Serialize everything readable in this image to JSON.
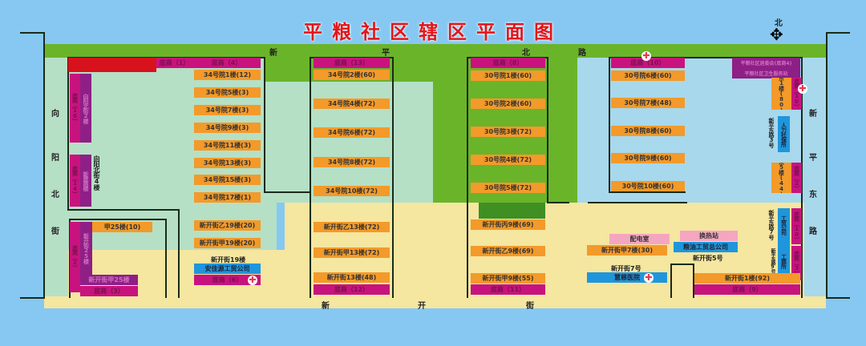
{
  "title": "平粮社区辖区平面图",
  "compass": "北",
  "roads": {
    "north": [
      "新",
      "平",
      "北",
      "路"
    ],
    "west": [
      "向",
      "阳",
      "北",
      "街"
    ],
    "east": [
      "新",
      "平",
      "东",
      "路"
    ],
    "south": [
      "新",
      "开",
      "街"
    ]
  },
  "shops": {
    "s1": "底商（1）",
    "s4": "底商（4）",
    "s13": "底商（13）",
    "s8": "底商（8）",
    "s10": "底商（10）",
    "s16": "底商（16）",
    "s14": "底商（14）",
    "s2": "底商（2）",
    "s3": "底商（3）",
    "s6": "底商（6）",
    "s12": "底商（12）",
    "s11": "底商（11）",
    "s9": "底商（9）",
    "e10": "底商（10）",
    "e2": "底商（2）",
    "e10b": "底商（10）",
    "e3": "底商（3）"
  },
  "b34": [
    "34号院1楼(12)",
    "34号院5楼(3)",
    "34号院7楼(3)",
    "34号院9楼(3)",
    "34号院11楼(3)",
    "34号院13楼(3)",
    "34号院15楼(3)",
    "34号院17楼(1)"
  ],
  "b34b": [
    "34号院2楼(60)",
    "34号院4楼(72)",
    "34号院6楼(72)",
    "34号院8楼(72)",
    "34号院10楼(72)"
  ],
  "b30a": [
    "30号院1楼(60)",
    "30号院2楼(60)",
    "30号院3楼(72)",
    "30号院4楼(72)",
    "30号院5楼(72)"
  ],
  "b30b": [
    "30号院6楼(60)",
    "30号院7楼(48)",
    "30号院8楼(60)",
    "30号院9楼(60)",
    "30号院10楼(60)"
  ],
  "xk": {
    "y19": "新开街乙19楼(20)",
    "j19": "新开街甲19楼(20)",
    "n19": "新开街19楼",
    "y13": "新开街乙13楼(72)",
    "j13": "新开街甲13楼(72)",
    "n13": "新开街13楼(48)",
    "b9": "新开街丙9楼(69)",
    "y9": "新开街乙9楼(69)",
    "j9": "新开街甲9楼(55)",
    "j7": "新开街甲7楼(30)",
    "n7": "新开街7号",
    "n5": "新开街5号",
    "n1": "新开街1楼(92)",
    "j25": "甲25楼(10)",
    "n25": "新开街25楼",
    "nj25": "新开街甲25楼"
  },
  "west": {
    "xy2": "向阳北街2楼",
    "xy4": "向阳北街4楼",
    "newshop": "新建商楼"
  },
  "org": {
    "anjia": "安佳源工贸公司",
    "hospital": "慧慈医院",
    "power": "配电室",
    "heat": "换热站",
    "grain": "粮油工贸总公司",
    "rc1": "平粮社区居委会(底商4)",
    "rc2": "平粮社区卫生服务站",
    "hr": "人力社保所",
    "gs": "工贸公司",
    "gss": "工商所"
  },
  "east": {
    "d1": "东1楼(80)",
    "d5": "东5楼(44)",
    "a3": "新平东路3号",
    "a7": "新平东路7号",
    "a9": "新平东路9号"
  },
  "colors": {
    "building": "#f39a2a",
    "shop": "#c8137e",
    "road_green": "#6ab42a"
  }
}
